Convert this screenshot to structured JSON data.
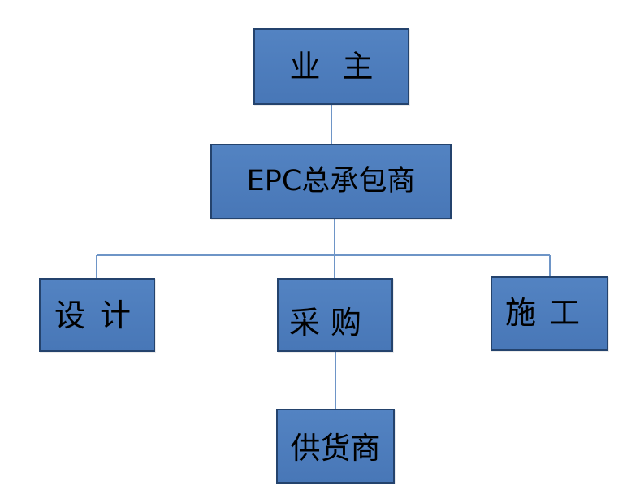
{
  "nodes": {
    "owner": "业主",
    "epc": "EPC总承包商",
    "design": "设计",
    "procurement": "采购",
    "construction": "施工",
    "supplier": "供货商"
  },
  "colors": {
    "node_fill": "#4f7fc0",
    "node_border": "#24436d",
    "connector": "#6e95c7",
    "text": "#000000",
    "background": "#ffffff"
  }
}
